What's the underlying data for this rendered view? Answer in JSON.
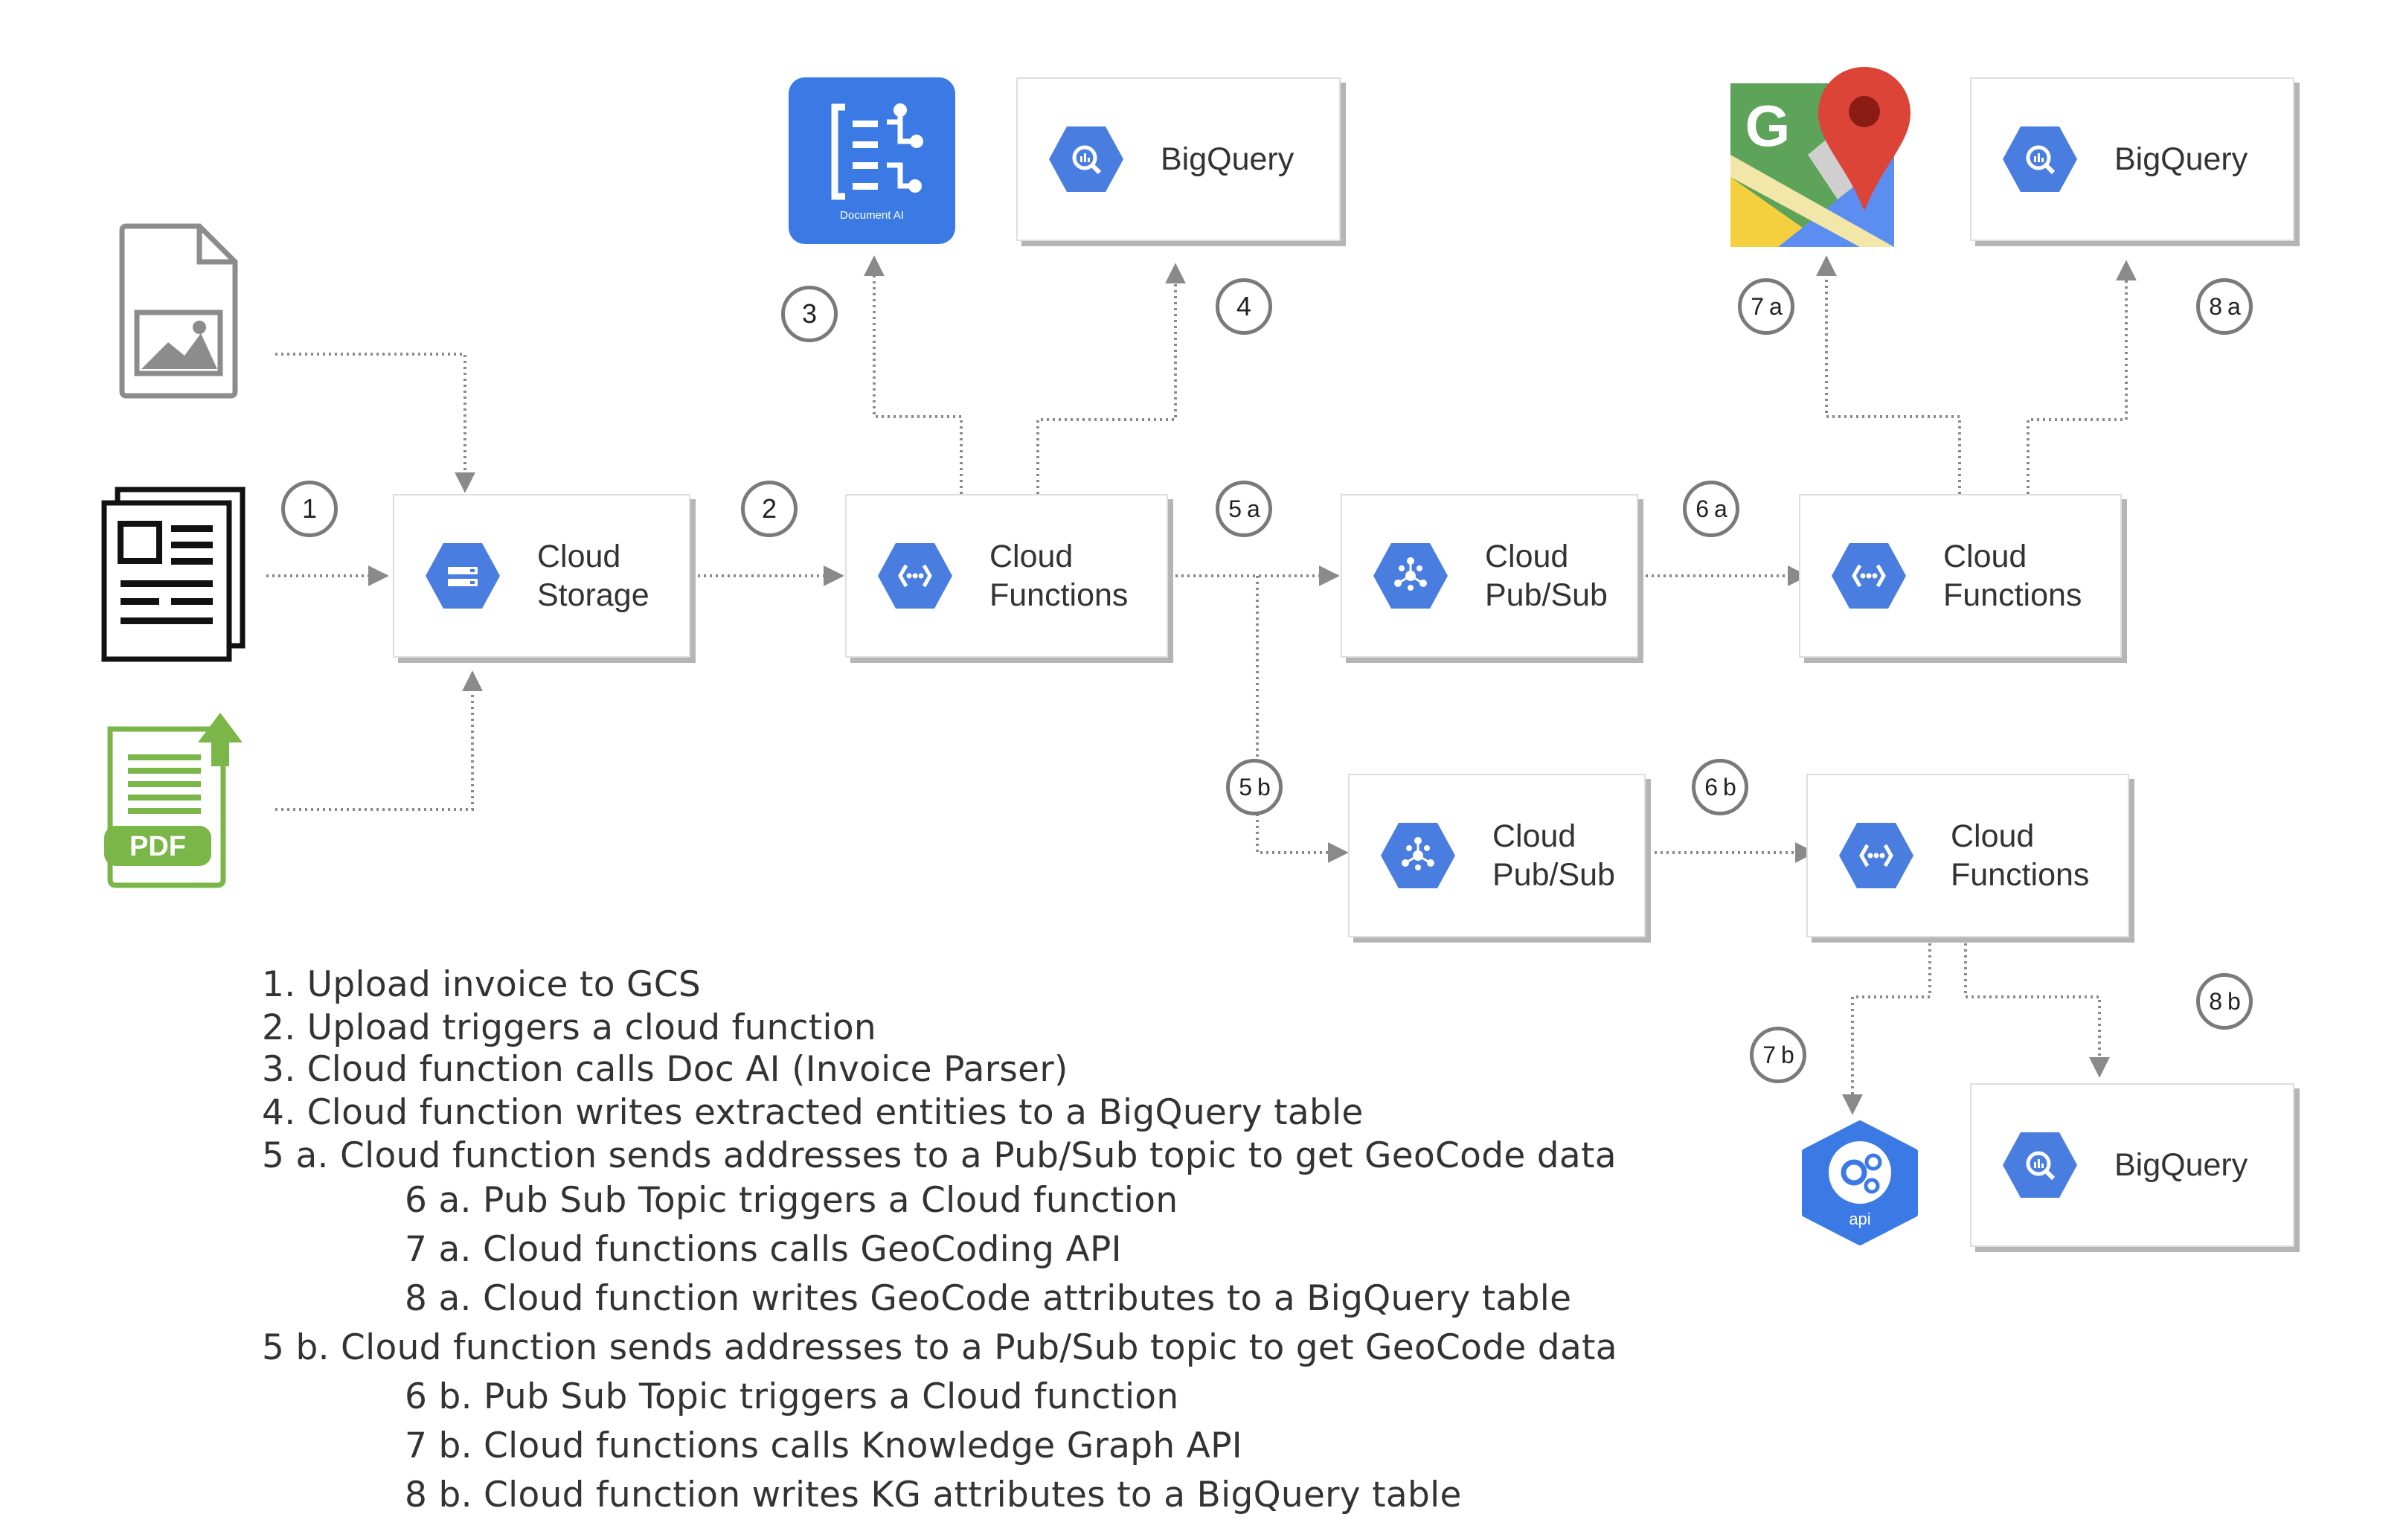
{
  "nodes": {
    "cloud_storage": [
      "Cloud",
      "Storage"
    ],
    "cloud_functions_main": [
      "Cloud",
      "Functions"
    ],
    "pubsub_a": [
      "Cloud",
      "Pub/Sub"
    ],
    "functions_a": [
      "Cloud",
      "Functions"
    ],
    "pubsub_b": [
      "Cloud",
      "Pub/Sub"
    ],
    "functions_b": [
      "Cloud",
      "Functions"
    ],
    "bigquery_4": "BigQuery",
    "bigquery_8a": "BigQuery",
    "bigquery_8b": "BigQuery",
    "document_ai_caption": "Document AI",
    "pdf_label": "PDF",
    "api_label": "api",
    "maps_letter": "G"
  },
  "badges": {
    "b1": "1",
    "b2": "2",
    "b3": "3",
    "b4": "4",
    "b5a": "5 a",
    "b5b": "5 b",
    "b6a": "6 a",
    "b6b": "6 b",
    "b7a": "7 a",
    "b7b": "7 b",
    "b8a": "8 a",
    "b8b": "8 b"
  },
  "steps": [
    "1. Upload invoice to GCS",
    "2. Upload triggers a cloud function",
    "3. Cloud function calls Doc AI (Invoice Parser)",
    "4. Cloud function writes extracted entities to a BigQuery table",
    "5 a. Cloud function sends addresses to a Pub/Sub topic to get GeoCode data",
    "6 a. Pub Sub Topic triggers a Cloud function",
    "7 a. Cloud functions calls GeoCoding API",
    "8 a. Cloud function writes GeoCode attributes to a BigQuery table",
    "5 b. Cloud function sends addresses to a Pub/Sub topic to get GeoCode data",
    "6 b. Pub Sub Topic triggers a Cloud function",
    "7 b. Cloud functions calls Knowledge Graph API",
    "8 b. Cloud function writes KG attributes to a BigQuery table"
  ],
  "colors": {
    "gcp_blue": "#4a7de0",
    "doc_ai_blue": "#3b7ae5",
    "pdf_green": "#7ab648",
    "connector": "#8a8a8a"
  }
}
